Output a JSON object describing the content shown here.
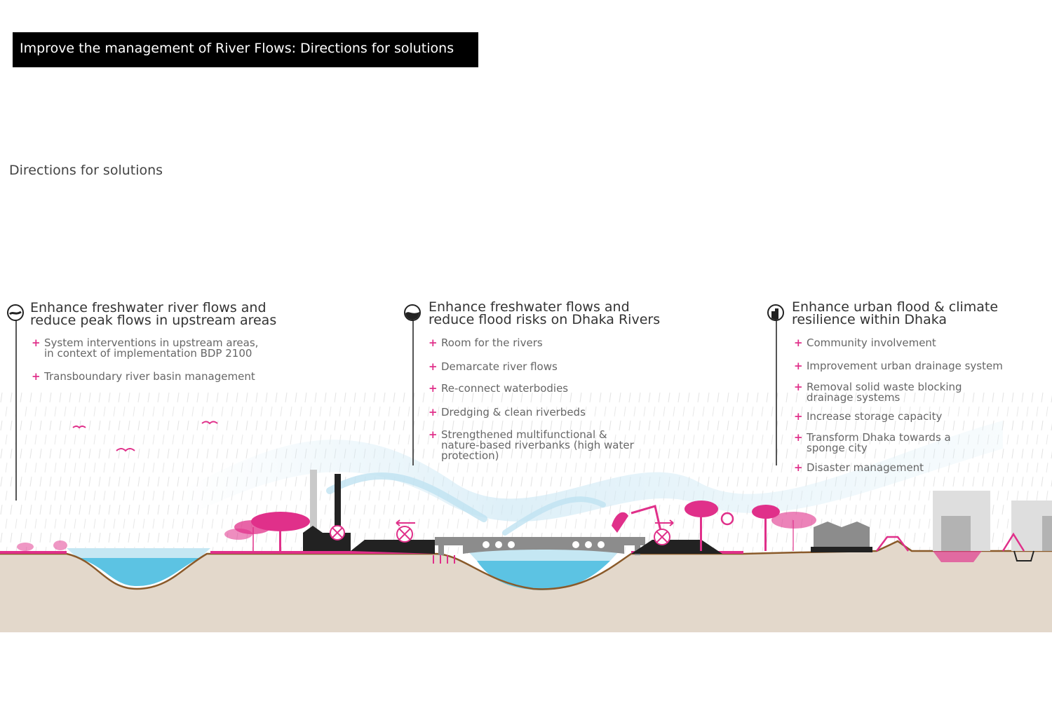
{
  "header": {
    "title": "Improve the management of River Flows: Directions for solutions",
    "subtitle": "Directions for solutions"
  },
  "columns": [
    {
      "icon": "river-flow-icon",
      "heading": [
        "Enhance freshwater river flows and",
        "reduce peak flows in upstream areas"
      ],
      "items": [
        {
          "lines": [
            "System interventions in upstream areas,",
            "in context of implementation BDP 2100"
          ]
        },
        {
          "lines": [
            "Transboundary river basin management"
          ]
        }
      ]
    },
    {
      "icon": "wave-icon",
      "heading": [
        "Enhance freshwater flows and",
        "reduce flood risks on Dhaka Rivers"
      ],
      "items": [
        {
          "lines": [
            "Room for the rivers"
          ]
        },
        {
          "lines": [
            "Demarcate river flows"
          ]
        },
        {
          "lines": [
            "Re-connect waterbodies"
          ]
        },
        {
          "lines": [
            "Dredging & clean riverbeds"
          ]
        },
        {
          "lines": [
            "Strengthened multifunctional &",
            "nature-based riverbanks (high water",
            "protection)"
          ]
        }
      ]
    },
    {
      "icon": "city-flood-icon",
      "heading": [
        "Enhance urban flood & climate",
        "resilience within Dhaka"
      ],
      "items": [
        {
          "lines": [
            "Community involvement"
          ]
        },
        {
          "lines": [
            "Improvement urban drainage system"
          ]
        },
        {
          "lines": [
            "Removal solid waste blocking",
            "drainage systems"
          ]
        },
        {
          "lines": [
            "Increase storage capacity"
          ]
        },
        {
          "lines": [
            "Transform Dhaka towards a",
            "sponge city"
          ]
        },
        {
          "lines": [
            "Disaster management"
          ]
        }
      ]
    }
  ],
  "colors": {
    "accent": "#e0308a",
    "ground": "#e3d8cb",
    "ground_line": "#8a5a2a",
    "water": "#5cc3e3",
    "water_light": "#c5e7f3",
    "bridge": "#8c8c8c",
    "building": "#c9c9c9"
  }
}
